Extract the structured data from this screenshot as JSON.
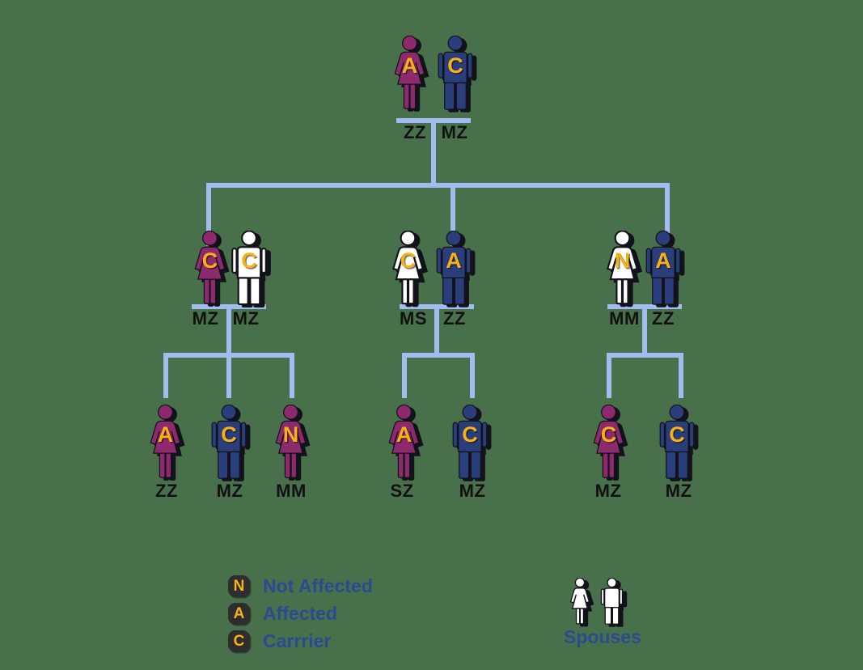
{
  "diagram_type": "genetic-pedigree-family-tree",
  "colors": {
    "bg": "#48714B",
    "female": "#8D2A6D",
    "male": "#2A3E7C",
    "spouse": "#FFFFFF",
    "line": "#A2BCEE",
    "letter": "#F9B013",
    "genotype": "#111111",
    "legend-text": "#2B4A90",
    "badge-bg": "#2D2D2F",
    "shadow": "#12121A"
  },
  "persons": {
    "gen1_mother": {
      "sex": "female",
      "membership": "family",
      "letter": "A",
      "genotype": "ZZ"
    },
    "gen1_father": {
      "sex": "male",
      "membership": "family",
      "letter": "C",
      "genotype": "MZ"
    },
    "gen2_left_wife": {
      "sex": "female",
      "membership": "family",
      "letter": "C",
      "genotype": "MZ"
    },
    "gen2_left_husband": {
      "sex": "male",
      "membership": "spouse",
      "letter": "C",
      "genotype": "MZ"
    },
    "gen2_mid_wife": {
      "sex": "female",
      "membership": "spouse",
      "letter": "C",
      "genotype": "MS"
    },
    "gen2_mid_husband": {
      "sex": "male",
      "membership": "family",
      "letter": "A",
      "genotype": "ZZ"
    },
    "gen2_right_wife": {
      "sex": "female",
      "membership": "spouse",
      "letter": "N",
      "genotype": "MM"
    },
    "gen2_right_husband": {
      "sex": "male",
      "membership": "family",
      "letter": "A",
      "genotype": "ZZ"
    },
    "child_left_1": {
      "sex": "female",
      "membership": "family",
      "letter": "A",
      "genotype": "ZZ"
    },
    "child_left_2": {
      "sex": "male",
      "membership": "family",
      "letter": "C",
      "genotype": "MZ"
    },
    "child_left_3": {
      "sex": "female",
      "membership": "family",
      "letter": "N",
      "genotype": "MM"
    },
    "child_mid_1": {
      "sex": "female",
      "membership": "family",
      "letter": "A",
      "genotype": "SZ"
    },
    "child_mid_2": {
      "sex": "male",
      "membership": "family",
      "letter": "C",
      "genotype": "MZ"
    },
    "child_right_1": {
      "sex": "female",
      "membership": "family",
      "letter": "C",
      "genotype": "MZ"
    },
    "child_right_2": {
      "sex": "male",
      "membership": "family",
      "letter": "C",
      "genotype": "MZ"
    }
  },
  "legend": {
    "items": [
      {
        "letter": "N",
        "label": "Not Affected"
      },
      {
        "letter": "A",
        "label": "Affected"
      },
      {
        "letter": "C",
        "label": "Carrrier"
      }
    ],
    "spouses_label": "Spouses"
  }
}
